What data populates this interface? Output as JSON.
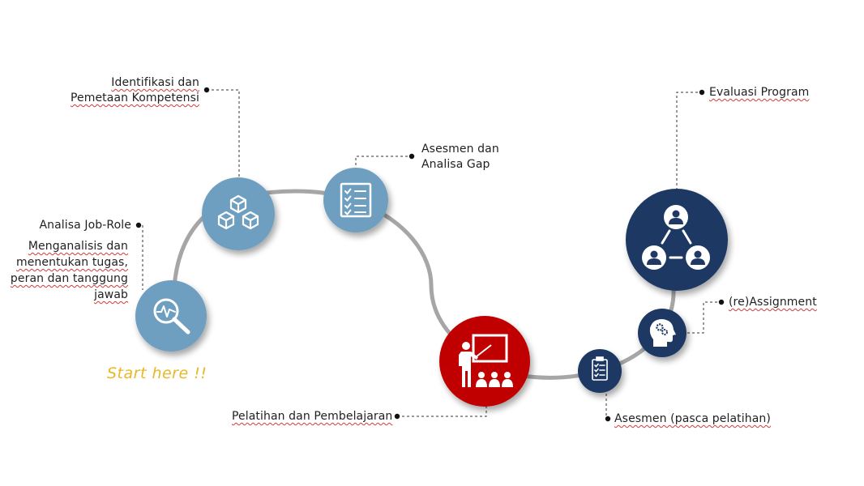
{
  "steps": {
    "analisa_job_role": {
      "title": "Analisa Job-Role",
      "description": "Menganalisis dan\nmenentukan tugas,\nperan dan tanggung\njawab",
      "icon": "magnifier-pulse-icon"
    },
    "identifikasi": {
      "title": "Identifikasi dan\nPemetaan Kompetensi",
      "icon": "cubes-icon"
    },
    "asesmen_gap": {
      "title": "Asesmen dan\nAnalisa Gap",
      "icon": "checklist-icon"
    },
    "pelatihan": {
      "title": "Pelatihan dan Pembelajaran",
      "icon": "classroom-teacher-icon"
    },
    "asesmen_pasca": {
      "title": "Asesmen (pasca pelatihan)",
      "icon": "clipboard-check-icon"
    },
    "reassignment": {
      "title": "(re)Assignment",
      "icon": "head-gears-icon"
    },
    "evaluasi": {
      "title": "Evaluasi Program",
      "icon": "people-network-icon"
    }
  },
  "start_label": "Start here !!",
  "colors": {
    "light_blue": "#6e9fc0",
    "navy": "#1f3864",
    "red": "#c00000",
    "path": "#a6a6a6",
    "start_text": "#e8b825"
  }
}
